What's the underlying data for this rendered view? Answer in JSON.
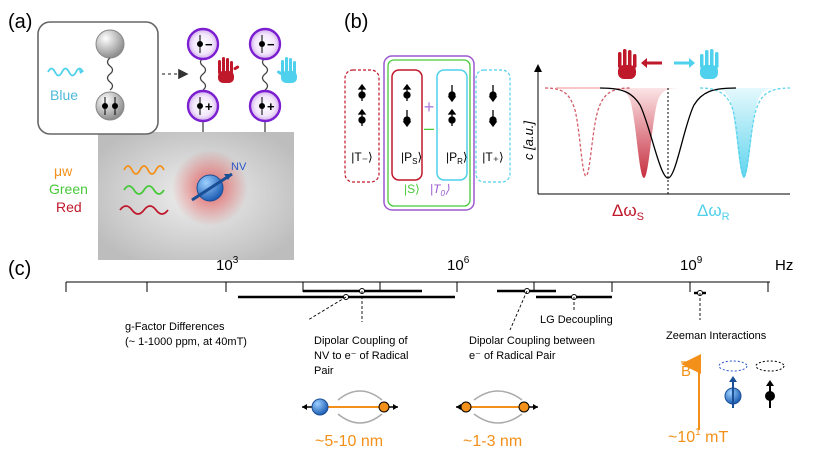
{
  "panels": {
    "a": "(a)",
    "b": "(b)",
    "c": "(c)"
  },
  "panel_a": {
    "blue_label": "Blue",
    "state_minus": "−",
    "state_plus": "+",
    "mw_label": "μw",
    "green_label": "Green",
    "red_label": "Red",
    "nv_label": "NV"
  },
  "panel_b": {
    "t_minus": "|T₋⟩",
    "ps": "|P",
    "ps_sub": "S",
    "pr": "|P",
    "pr_sub": "R",
    "t_plus": "|T₊⟩",
    "plus": "+",
    "minus": "–",
    "s_state": "|S⟩",
    "t0_state": "|T",
    "t0_sub": "0",
    "y_axis": "c [a.u.]",
    "delta_s": "Δω",
    "delta_s_sub": "S",
    "delta_r": "Δω",
    "delta_r_sub": "R"
  },
  "panel_c": {
    "ticks": [
      "10",
      "10",
      "10"
    ],
    "tick_exp": [
      "3",
      "6",
      "9"
    ],
    "unit": "Hz",
    "g_factor": [
      "g-Factor Differences",
      "(~ 1-1000 ppm, at 40mT)"
    ],
    "dipolar_nv": [
      "Dipolar Coupling of",
      "NV to e⁻ of Radical",
      "Pair"
    ],
    "dipolar_rp": [
      "Dipolar Coupling between",
      "e⁻ of Radical Pair"
    ],
    "lg": "LG Decoupling",
    "zeeman": "Zeeman Interactions",
    "b_label": "B",
    "dist_nv": "~5-10 nm",
    "dist_rp": "~1-3 nm",
    "field": "~10",
    "field_exp": "1",
    "field_unit": " mT"
  },
  "colors": {
    "purple": "#9b59d0",
    "blue_ball": "#3b7fd4",
    "red": "#c0182b",
    "cyan": "#4fd0ec",
    "green": "#48c93a",
    "orange": "#f39019"
  }
}
